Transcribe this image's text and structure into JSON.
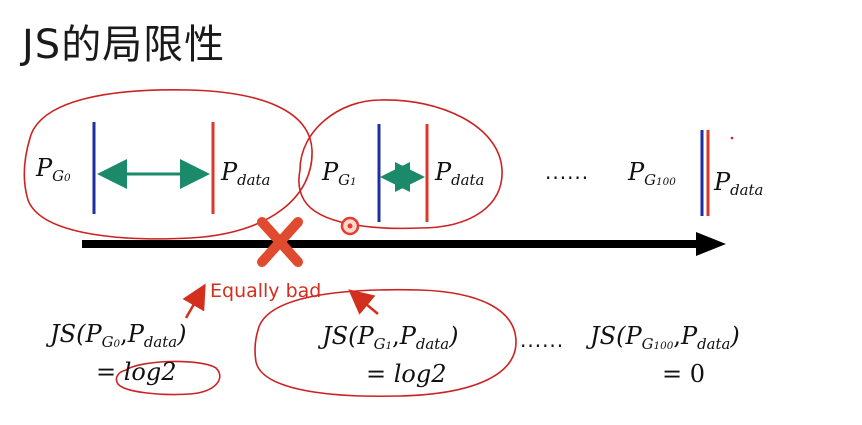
{
  "slide": {
    "title": "JS的局限性"
  },
  "top_labels": {
    "pg0": {
      "main": "P",
      "sub": "G",
      "subsub": "0"
    },
    "pdata_a": {
      "main": "P",
      "sub": "data"
    },
    "pg1": {
      "main": "P",
      "sub": "G",
      "subsub": "1"
    },
    "pdata_b": {
      "main": "P",
      "sub": "data"
    },
    "pg100": {
      "main": "P",
      "sub": "G",
      "subsub": "100"
    },
    "pdata_c": {
      "main": "P",
      "sub": "data"
    },
    "ellipsis": "......"
  },
  "annotation": {
    "text": "Equally bad"
  },
  "bottom": {
    "js0": {
      "prefix": "JS(",
      "p1": "P",
      "s1": "G",
      "ss1": "0",
      "p2": "P",
      "s2": "data",
      "suffix": ")",
      "result_eq": "=",
      "result": "log2"
    },
    "js1": {
      "prefix": "JS(",
      "p1": "P",
      "s1": "G",
      "ss1": "1",
      "p2": "P",
      "s2": "data",
      "suffix": ")",
      "result_eq": "=",
      "result": "log2"
    },
    "js100": {
      "prefix": "JS(",
      "p1": "P",
      "s1": "G",
      "ss1": "100",
      "p2": "P",
      "s2": "data",
      "suffix": ")",
      "result_eq": "=",
      "result": "0"
    },
    "ellipsis": "......"
  },
  "colors": {
    "generator_line": "#1f2fa3",
    "data_line": "#d93a2b",
    "distance_arrow": "#1a8a6a",
    "axis": "#000000",
    "annotation": "#d32f1e"
  }
}
